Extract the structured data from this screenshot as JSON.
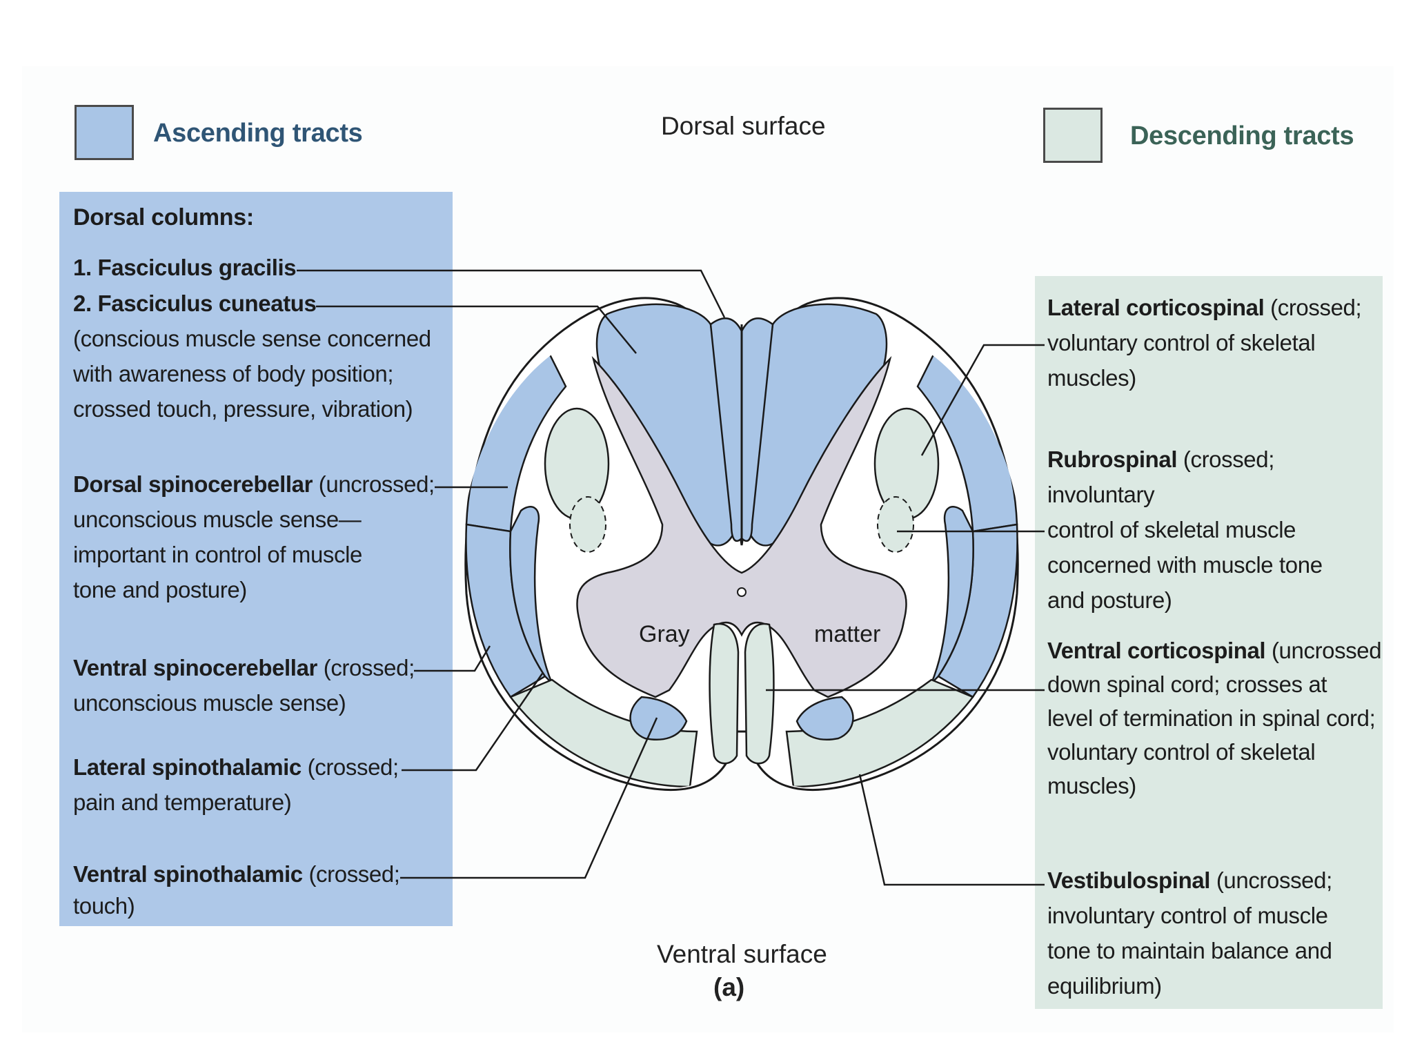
{
  "legend": {
    "ascending": {
      "label": "Ascending tracts",
      "color": "#a9c5e6"
    },
    "descending": {
      "label": "Descending tracts",
      "color": "#dbe8e2"
    }
  },
  "orientation": {
    "dorsal": "Dorsal surface",
    "ventral": "Ventral surface",
    "panel_letter": "(a)"
  },
  "diagram": {
    "gray_matter_word_1": "Gray",
    "gray_matter_word_2": "matter",
    "colors": {
      "ascending_fill": "#a9c5e6",
      "descending_fill": "#dbe8e2",
      "gray_matter": "#d7d5df",
      "outline": "#1a1a1a",
      "left_panel": "#aec8e8",
      "right_panel": "#dce9e3",
      "label_color_ascending": "#2f5575",
      "label_color_descending": "#3b6357"
    }
  },
  "ascending_panel": {
    "heading": "Dorsal columns:",
    "gracilis": {
      "name": "1. Fasciculus gracilis",
      "desc": ""
    },
    "cuneatus": {
      "name": "2. Fasciculus cuneatus",
      "desc": [
        "(conscious muscle sense concerned",
        "with awareness of body position;",
        "crossed touch, pressure, vibration)"
      ]
    },
    "dorsal_spinocerebellar": {
      "name": "Dorsal spinocerebellar",
      "desc": [
        " (uncrossed;",
        "unconscious muscle sense—",
        "important in control of muscle",
        "tone and posture)"
      ]
    },
    "ventral_spinocerebellar": {
      "name": "Ventral spinocerebellar",
      "desc": [
        " (crossed;",
        "unconscious muscle sense)"
      ]
    },
    "lateral_spinothalamic": {
      "name": "Lateral spinothalamic",
      "desc": [
        " (crossed;",
        "pain and temperature)"
      ]
    },
    "ventral_spinothalamic": {
      "name": "Ventral spinothalamic",
      "desc": [
        " (crossed;",
        "touch)"
      ]
    }
  },
  "descending_panel": {
    "lateral_corticospinal": {
      "name": "Lateral corticospinal",
      "desc": [
        " (crossed;",
        "voluntary control of skeletal",
        "muscles)"
      ]
    },
    "rubrospinal": {
      "name": "Rubrospinal",
      "desc": [
        " (crossed; involuntary",
        "control of skeletal muscle",
        "concerned with muscle tone",
        "and posture)"
      ]
    },
    "ventral_corticospinal": {
      "name": "Ventral corticospinal",
      "desc": [
        " (uncrossed",
        "down spinal cord; crosses at",
        "level of termination in spinal cord;",
        "voluntary control of skeletal",
        "muscles)"
      ]
    },
    "vestibulospinal": {
      "name": "Vestibulospinal",
      "desc": [
        " (uncrossed;",
        "involuntary control of muscle",
        "tone to maintain balance and",
        "equilibrium)"
      ]
    }
  }
}
